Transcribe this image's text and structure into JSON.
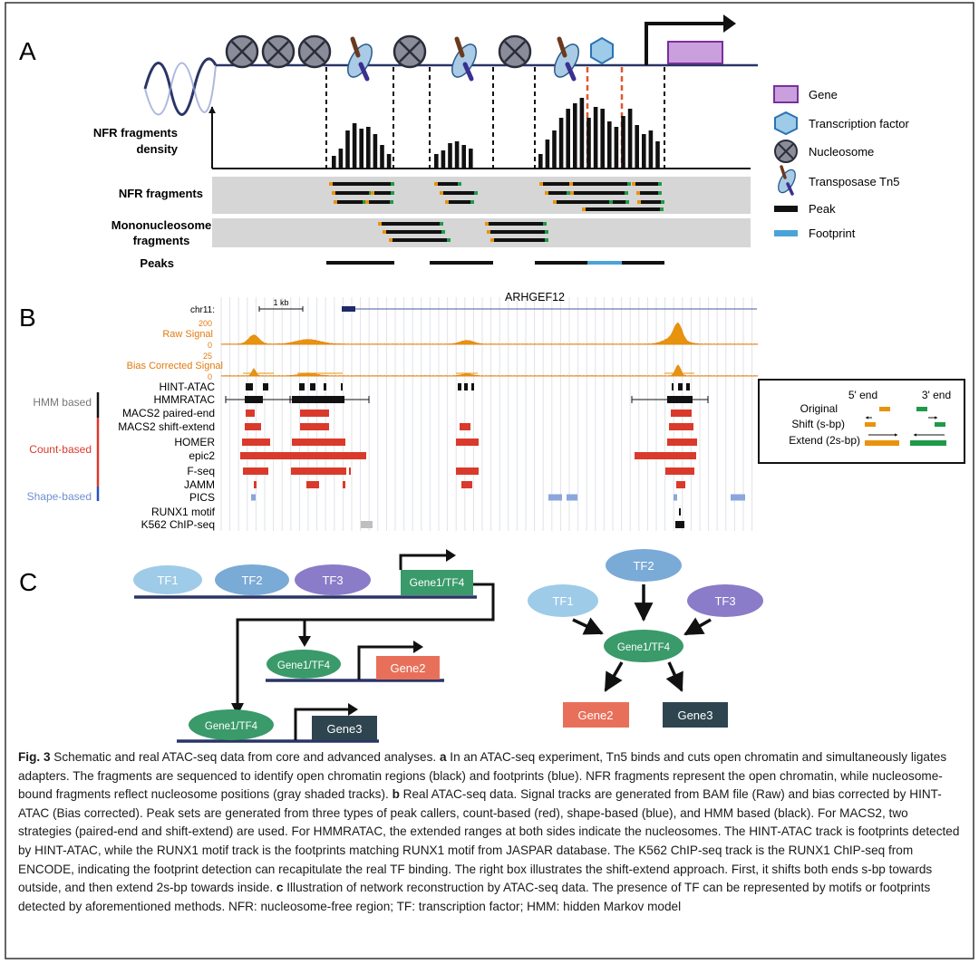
{
  "panels": {
    "a": {
      "letter": "A",
      "labels": {
        "density": [
          "NFR fragments",
          "density"
        ],
        "nfr": "NFR fragments",
        "mono": [
          "Mononucleosome",
          "fragments"
        ],
        "peaks": "Peaks"
      },
      "legend": [
        {
          "label": "Gene",
          "icon": "gene-rect-icon",
          "color": "#c9a0dc"
        },
        {
          "label": "Transcription factor",
          "icon": "hexagon-icon",
          "color": "#9ecbe8"
        },
        {
          "label": "Nucleosome",
          "icon": "nucleosome-icon",
          "color": "#8a8d99"
        },
        {
          "label": "Transposase Tn5",
          "icon": "transposase-icon",
          "color": "#a9cbe6"
        },
        {
          "label": "Peak",
          "icon": "black-bar-icon",
          "color": "#111111"
        },
        {
          "label": "Footprint",
          "icon": "blue-bar-icon",
          "color": "#4aa3d8"
        }
      ],
      "density_bars": [
        [
          14,
          22,
          42,
          50,
          44,
          46,
          38,
          26,
          16
        ],
        [
          16,
          20,
          28,
          30,
          26,
          22
        ],
        [
          16,
          32,
          42,
          56,
          66,
          72,
          78,
          56,
          68,
          66,
          52,
          46,
          58,
          66,
          48,
          38,
          42,
          30
        ]
      ]
    },
    "b": {
      "letter": "B",
      "chrom": "chr11:",
      "scale": "1 kb",
      "gene": "ARHGEF12",
      "raw_signal": {
        "label": "Raw Signal",
        "max": "200",
        "min": "0"
      },
      "bias_signal": {
        "label": "Bias Corrected Signal",
        "max": "25",
        "min": "0"
      },
      "tracks": [
        "HINT-ATAC",
        "HMMRATAC",
        "MACS2 paired-end",
        "MACS2 shift-extend",
        "HOMER",
        "epic2",
        "F-seq",
        "JAMM",
        "PICS",
        "RUNX1 motif",
        "K562 ChIP-seq"
      ],
      "groups": [
        {
          "label": "HMM based",
          "color": "#777777"
        },
        {
          "label": "Count-based",
          "color": "#d93a2b"
        },
        {
          "label": "Shape-based",
          "color": "#6f8fd0"
        }
      ],
      "shift_box": {
        "col_5": "5' end",
        "col_3": "3' end",
        "rows": [
          "Original",
          "Shift (s-bp)",
          "Extend (2s-bp)"
        ]
      }
    },
    "c": {
      "letter": "C",
      "tf1": "TF1",
      "tf2": "TF2",
      "tf3": "TF3",
      "gene1": "Gene1/TF4",
      "gene2": "Gene2",
      "gene3": "Gene3"
    }
  },
  "caption": {
    "label": "Fig. 3",
    "title": "Schematic and real ATAC-seq data from core and advanced analyses.",
    "a_label": "a",
    "a_text": "In an ATAC-seq experiment, Tn5 binds and cuts open chromatin and simultaneously ligates adapters. The fragments are sequenced to identify open chromatin regions (black) and footprints (blue). NFR fragments represent the open chromatin, while nucleosome-bound fragments reflect nucleosome positions (gray shaded tracks).",
    "b_label": "b",
    "b_text": "Real ATAC-seq data. Signal tracks are generated from BAM file (Raw) and bias corrected by HINT-ATAC (Bias corrected). Peak sets are generated from three types of peak callers, count-based (red), shape-based (blue), and HMM based (black). For MACS2, two strategies (paired-end and shift-extend) are used. For HMMRATAC, the extended ranges at both sides indicate the nucleosomes. The HINT-ATAC track is footprints detected by HINT-ATAC, while the RUNX1 motif track is the footprints matching RUNX1 motif from JASPAR database. The K562 ChIP-seq track is the RUNX1 ChIP-seq from ENCODE, indicating the footprint detection can recapitulate the real TF binding. The right box illustrates the shift-extend approach. First, it shifts both ends s-bp towards outside, and then extend 2s-bp towards inside.",
    "c_label": "c",
    "c_text": "Illustration of network reconstruction by ATAC-seq data. The presence of TF can be represented by motifs or footprints detected by aforementioned methods. NFR: nucleosome-free region; TF: transcription factor; HMM: hidden Markov model"
  }
}
